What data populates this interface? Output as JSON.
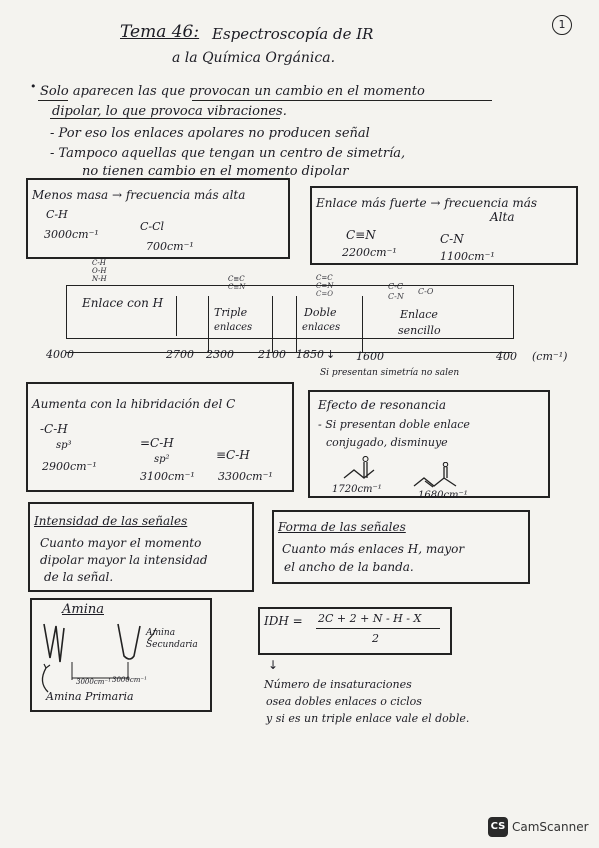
{
  "header": {
    "title_prefix": "Tema 46:",
    "title_line1": "Espectroscopía de IR",
    "title_line2": "a la Química Orgánica.",
    "page_number": "1"
  },
  "intro": {
    "line1": "Solo aparecen las que provocan un cambio en el momento",
    "line2": "dipolar, lo que provoca vibraciones.",
    "line3": "- Por eso los enlaces apolares no producen señal",
    "line4": "- Tampoco aquellas que tengan un centro de simetría,",
    "line5": "no tienen cambio en el momento dipolar"
  },
  "mass_box": {
    "heading": "Menos masa → frecuencia más alta",
    "bond1": "C-H",
    "value1": "3000cm⁻¹",
    "bond2": "C-Cl",
    "value2": "700cm⁻¹"
  },
  "bond_box": {
    "heading_line1": "Enlace más fuerte → frecuencia más",
    "heading_line2": "Alta",
    "bond1": "C≡N",
    "value1": "2200cm⁻¹",
    "bond2": "C-N",
    "value2": "1100cm⁻¹"
  },
  "spectrum": {
    "above_h": [
      "C-H",
      "O-H",
      "N-H"
    ],
    "above_triple": [
      "C≡C",
      "C≡N"
    ],
    "above_double": [
      "C=C",
      "C=N",
      "C=O"
    ],
    "above_single": [
      "C-C",
      "C-N",
      "C-O"
    ],
    "region_h": "Enlace con H",
    "region_triple_1": "Triple",
    "region_triple_2": "enlaces",
    "region_double_1": "Doble",
    "region_double_2": "enlaces",
    "region_single_1": "Enlace",
    "region_single_2": "sencillo",
    "ticks": [
      "4000",
      "2700",
      "2300",
      "2100",
      "1850",
      "1600",
      "400"
    ],
    "unit": "(cm⁻¹)",
    "note": "Si presentan simetría no salen"
  },
  "hybrid_box": {
    "heading": "Aumenta con la hibridación del C",
    "sp3_struct": "-C-H",
    "sp3_label": "sp³",
    "sp3_value": "2900cm⁻¹",
    "sp2_struct": "=C-H",
    "sp2_label": "sp²",
    "sp2_value": "3100cm⁻¹",
    "sp_struct": "≡C-H",
    "sp_value": "3300cm⁻¹"
  },
  "resonance_box": {
    "heading": "Efecto de resonancia",
    "line1": "- Si presentan doble enlace",
    "line2": "conjugado, disminuye",
    "value1": "1720cm⁻¹",
    "value2": "1680cm⁻¹"
  },
  "intensity_box": {
    "heading": "Intensidad de las señales",
    "line1": "Cuanto mayor el momento",
    "line2": "dipolar mayor la intensidad",
    "line3": "de la señal."
  },
  "shape_box": {
    "heading": "Forma de las señales",
    "line1": "Cuanto más enlaces H, mayor",
    "line2": "el ancho de la banda."
  },
  "amina_box": {
    "heading": "Amina",
    "secondary_1": "Amina",
    "secondary_2": "Secundaria",
    "value1": "3000cm⁻¹",
    "value2": "3000cm⁻¹",
    "primary": "Amina Primaria"
  },
  "idh": {
    "label": "IDH =",
    "numerator": "2C + 2 + N - H - X",
    "denominator": "2",
    "line1": "Número de insaturaciones",
    "line2": "osea dobles enlaces o ciclos",
    "line3": "y si es un triple enlace vale el doble."
  },
  "footer": {
    "logo": "CS",
    "brand": "CamScanner"
  }
}
